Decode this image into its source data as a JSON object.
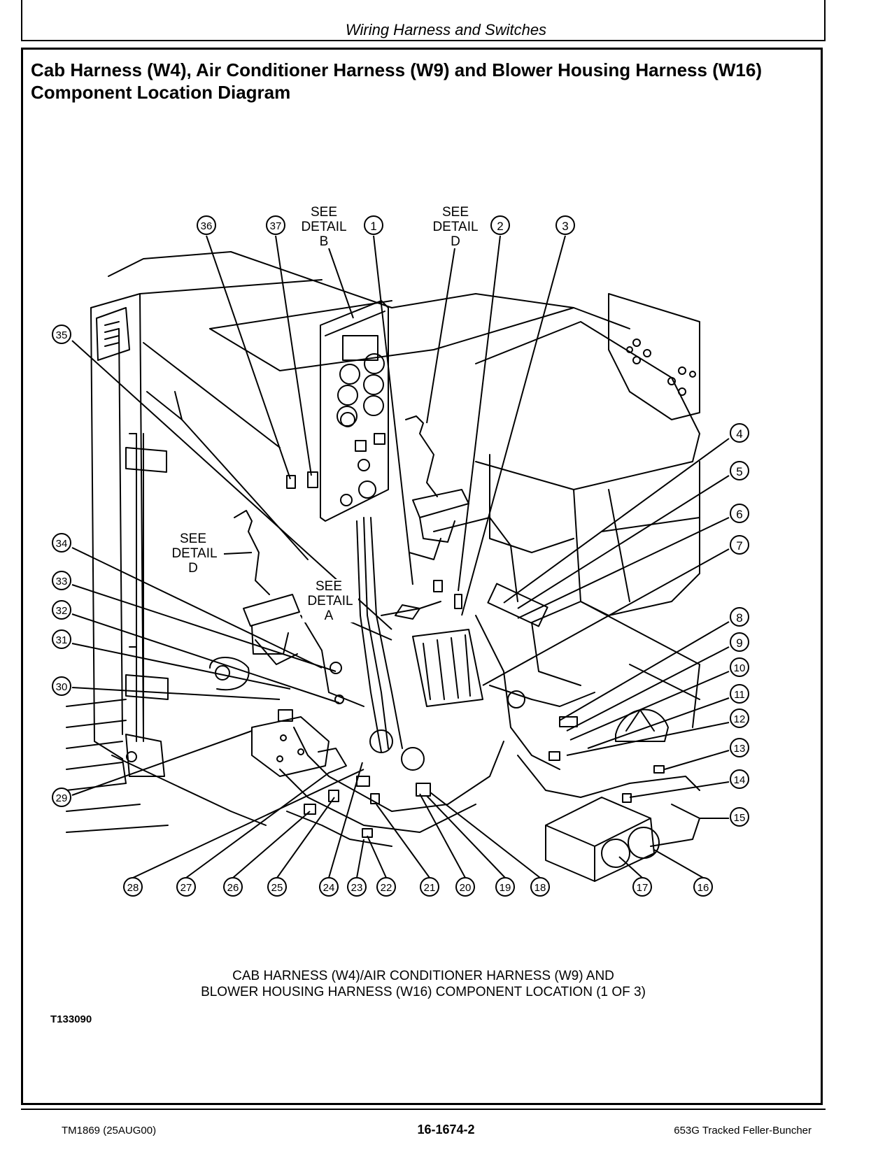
{
  "header": {
    "section": "Wiring Harness and Switches"
  },
  "title": {
    "line1": "Cab Harness (W4), Air Conditioner Harness (W9) and Blower Housing Harness (W16)",
    "line2": "Component Location Diagram"
  },
  "callouts": [
    "1",
    "2",
    "3",
    "4",
    "5",
    "6",
    "7",
    "8",
    "9",
    "10",
    "11",
    "12",
    "13",
    "14",
    "15",
    "16",
    "17",
    "18",
    "19",
    "20",
    "21",
    "22",
    "23",
    "24",
    "25",
    "26",
    "27",
    "28",
    "29",
    "30",
    "31",
    "32",
    "33",
    "34",
    "35",
    "36",
    "37"
  ],
  "detail_labels": {
    "b": [
      "SEE",
      "DETAIL",
      "B"
    ],
    "d_top": [
      "SEE",
      "DETAIL",
      "D"
    ],
    "d_left": [
      "SEE",
      "DETAIL",
      "D"
    ],
    "a": [
      "SEE",
      "DETAIL",
      "A"
    ]
  },
  "caption": {
    "line1": "CAB HARNESS (W4)/AIR CONDITIONER HARNESS (W9) AND",
    "line2": "BLOWER HOUSING HARNESS (W16) COMPONENT LOCATION (1 OF 3)"
  },
  "figure_id": "T133090",
  "footer": {
    "left": "TM1869 (25AUG00)",
    "center": "16-1674-2",
    "right": "653G Tracked Feller-Buncher"
  }
}
